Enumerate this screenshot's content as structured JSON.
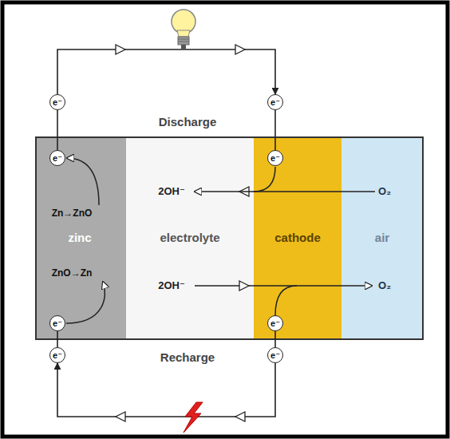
{
  "diagram": {
    "nodes": [
      {
        "text": [
          "Zn→ZnO",
          "zinc",
          "ZnO→Zn"
        ]
      },
      {
        "text": [
          "2OH⁻",
          "electrolyte",
          "2OH⁻"
        ]
      },
      {
        "text": [
          "cathode"
        ]
      },
      {
        "text": [
          "O₂",
          "air",
          "O₂"
        ]
      },
      {
        "text": [
          "e⁻"
        ]
      },
      {
        "text": [
          "e⁻"
        ]
      },
      {
        "text": [
          "e⁻"
        ],
        "in": 0
      },
      {
        "text": [
          "e⁻"
        ],
        "in": 2
      },
      {
        "text": [
          "e⁻"
        ],
        "in": 0
      },
      {
        "text": [
          "e⁻"
        ],
        "in": 2
      },
      {
        "text": [
          "e⁻"
        ]
      },
      {
        "text": [
          "e⁻"
        ]
      }
    ],
    "edges": [
      {
        "from": 6,
        "to": 4,
        "arrow": "none"
      },
      {
        "from": 4,
        "to": 5,
        "arrow": "to"
      },
      {
        "from": 5,
        "to": 7,
        "arrow": "none"
      },
      {
        "from": 9,
        "to": 11,
        "arrow": "none"
      },
      {
        "from": 11,
        "to": 10,
        "arrow": "to"
      },
      {
        "from": 10,
        "to": 8,
        "arrow": "none"
      }
    ],
    "labels": [
      "Discharge",
      "Recharge"
    ]
  }
}
